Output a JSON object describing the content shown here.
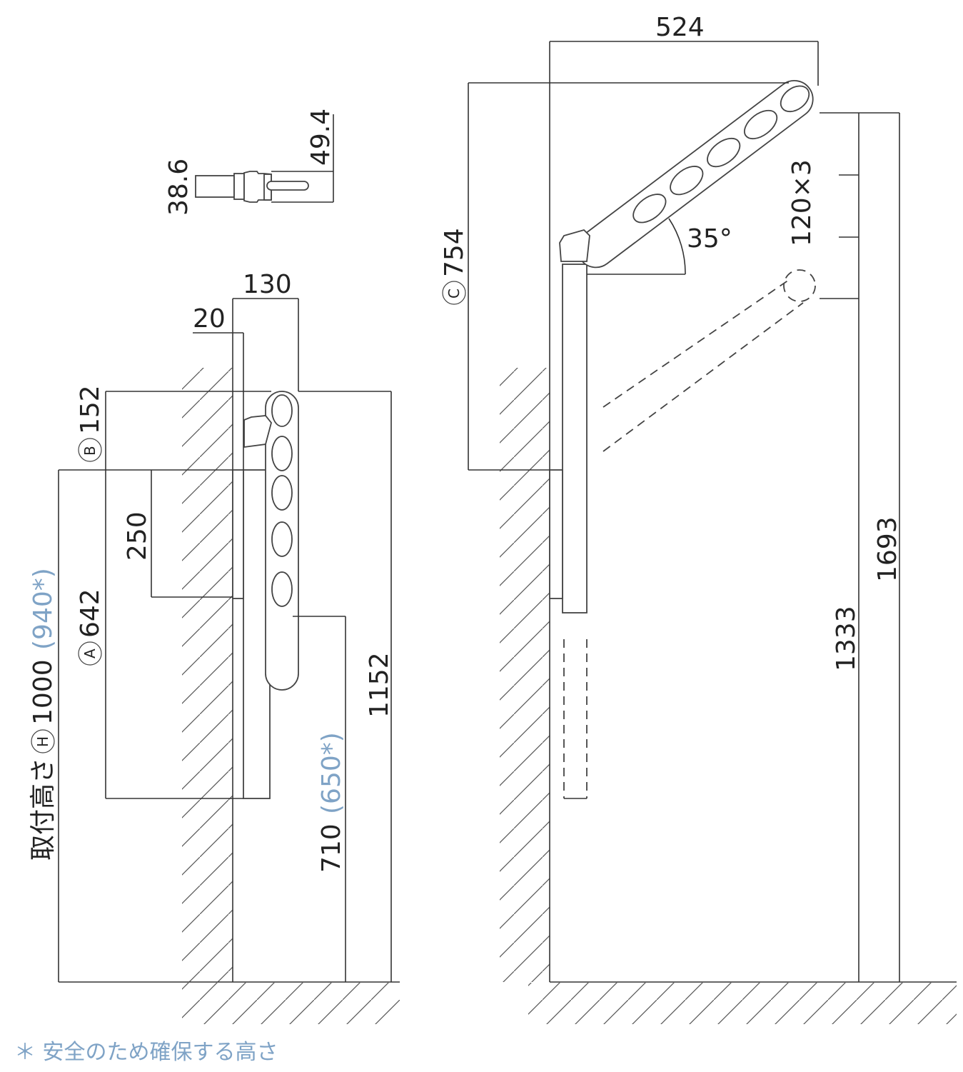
{
  "detail": {
    "width": "38.6",
    "depth": "49.4"
  },
  "left_view": {
    "d130": "130",
    "d20": "20",
    "b_mark": "B",
    "b_value": "152",
    "d250": "250",
    "a_mark": "A",
    "a_value": "642",
    "height_label": "取付高さ",
    "h_mark": "H",
    "h_value": "1000",
    "h_safe": "(940*)",
    "d1152": "1152",
    "d710": "710",
    "d710_safe": "(650*)"
  },
  "right_view": {
    "d524": "524",
    "c_mark": "C",
    "c_value": "754",
    "angle": "35°",
    "pitch": "120×3",
    "d1333": "1333",
    "d1693": "1693"
  },
  "footnote": "＊ 安全のため確保する高さ"
}
